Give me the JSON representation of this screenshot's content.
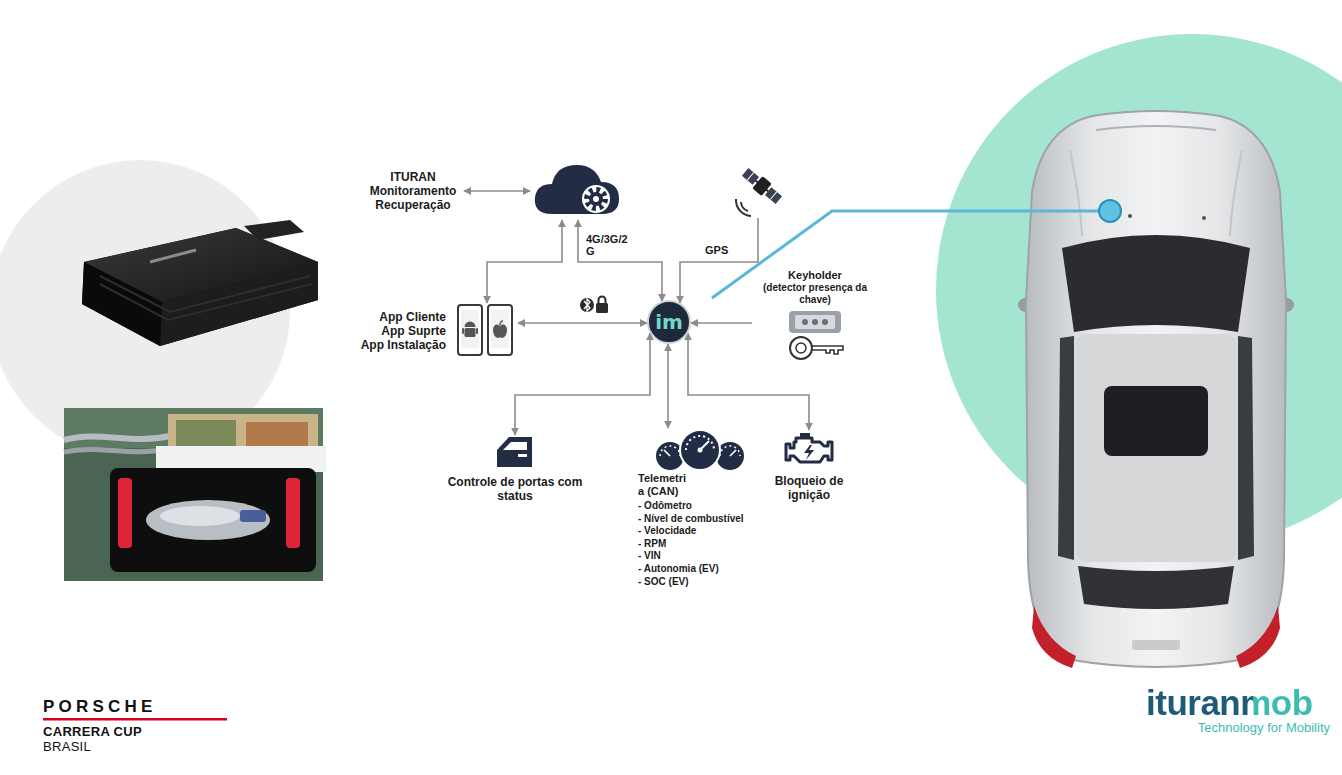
{
  "diagram": {
    "nodes": [
      {
        "text": [
          "ITURAN Monitoramento Recuperação"
        ]
      },
      {
        "text": []
      },
      {
        "text": []
      },
      {
        "text": [
          "App Cliente App Suprte App Instalação"
        ]
      },
      {
        "text": [
          "im"
        ]
      },
      {
        "text": [
          "Keyholder",
          "(detector presença da chave)"
        ]
      },
      {
        "text": [
          "Controle de portas com status"
        ]
      },
      {
        "text": [
          "Telemetri a (CAN)",
          "- Odômetro",
          "- Nível de combustível",
          "- Velocidade",
          "- RPM",
          "- VIN",
          "- Autonomia (EV)",
          "- SOC (EV)"
        ]
      },
      {
        "text": [
          "Bloqueio de ignição"
        ]
      }
    ],
    "edges": [
      {
        "from": 0,
        "to": 1,
        "arrow": "both"
      },
      {
        "from": 1,
        "to": 3,
        "arrow": "both"
      },
      {
        "from": 1,
        "to": 4,
        "label": "4G/3G/2 G",
        "arrow": "both"
      },
      {
        "from": 2,
        "to": 4,
        "label": "GPS",
        "arrow": "to"
      },
      {
        "from": 3,
        "to": 4,
        "arrow": "both"
      },
      {
        "from": 5,
        "to": 4,
        "arrow": "to"
      },
      {
        "from": 4,
        "to": 6,
        "arrow": "both"
      },
      {
        "from": 4,
        "to": 7,
        "arrow": "both"
      },
      {
        "from": 4,
        "to": 8,
        "arrow": "both"
      }
    ],
    "labels": [
      "PORSCHE",
      "CARRERA CUP",
      "BRASIL",
      "ituranmob",
      "Technology for Mobility"
    ]
  }
}
